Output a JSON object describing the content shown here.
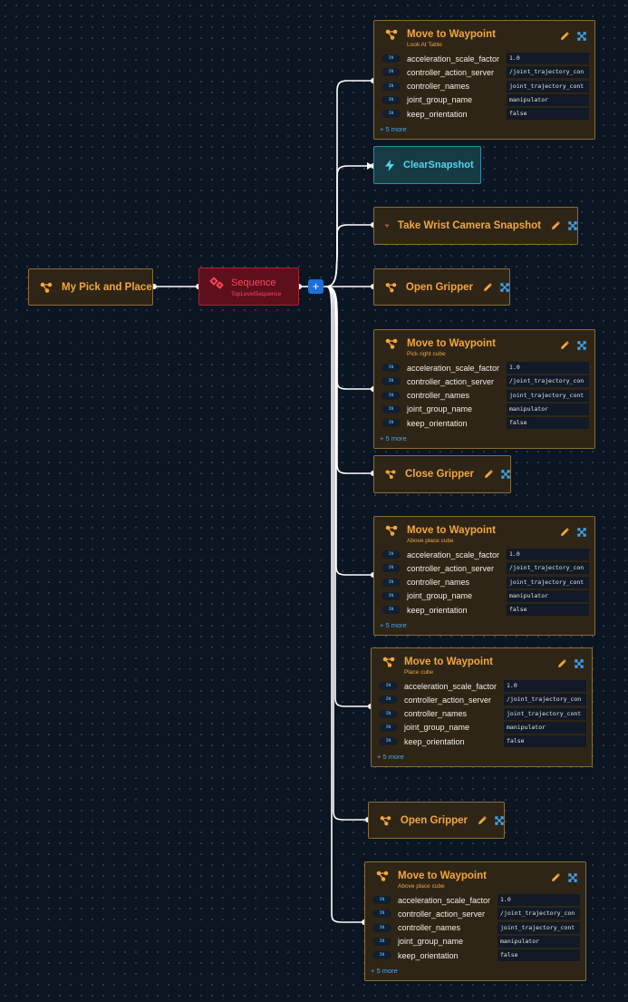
{
  "root": {
    "title": "My Pick and Place"
  },
  "sequence": {
    "title": "Sequence",
    "subtitle": "TopLevelSequence",
    "add_label": "+"
  },
  "pin_label": "IN",
  "param_names": [
    "acceleration_scale_factor",
    "controller_action_server",
    "controller_names",
    "joint_group_name",
    "keep_orientation"
  ],
  "param_values": [
    "1.0",
    "/joint_trajectory_con",
    "joint_trajectory_cont",
    "manipulator",
    "false"
  ],
  "more_label": "+ 5 more",
  "clear_snapshot": {
    "title": "ClearSnapshot"
  },
  "children": [
    {
      "kind": "waypoint",
      "title": "Move to Waypoint",
      "subtitle": "Look At Table"
    },
    {
      "kind": "script",
      "title": "ClearSnapshot"
    },
    {
      "kind": "simple",
      "title": "Take Wrist Camera Snapshot"
    },
    {
      "kind": "simple",
      "title": "Open Gripper"
    },
    {
      "kind": "waypoint",
      "title": "Move to Waypoint",
      "subtitle": "Pick right cube"
    },
    {
      "kind": "simple",
      "title": "Close Gripper"
    },
    {
      "kind": "waypoint",
      "title": "Move to Waypoint",
      "subtitle": "Above place cube"
    },
    {
      "kind": "waypoint",
      "title": "Move to Waypoint",
      "subtitle": "Place cube"
    },
    {
      "kind": "simple",
      "title": "Open Gripper"
    },
    {
      "kind": "waypoint",
      "title": "Move to Waypoint",
      "subtitle": "Above place cube"
    }
  ],
  "icons": {
    "behavior": "tree-icon",
    "edit": "pencil-icon",
    "expand": "expand-icon",
    "sequence": "gears-icon",
    "script": "lightning-icon"
  },
  "colors": {
    "background": "#0c1522",
    "node": "#2f2516",
    "node_border": "#8a6d3a",
    "accent": "#f3a63d",
    "sequence": "#5d0f1c",
    "sequence_text": "#ff4759",
    "script": "#163b45",
    "script_text": "#4dd8f0",
    "link": "#3aa8ff"
  }
}
